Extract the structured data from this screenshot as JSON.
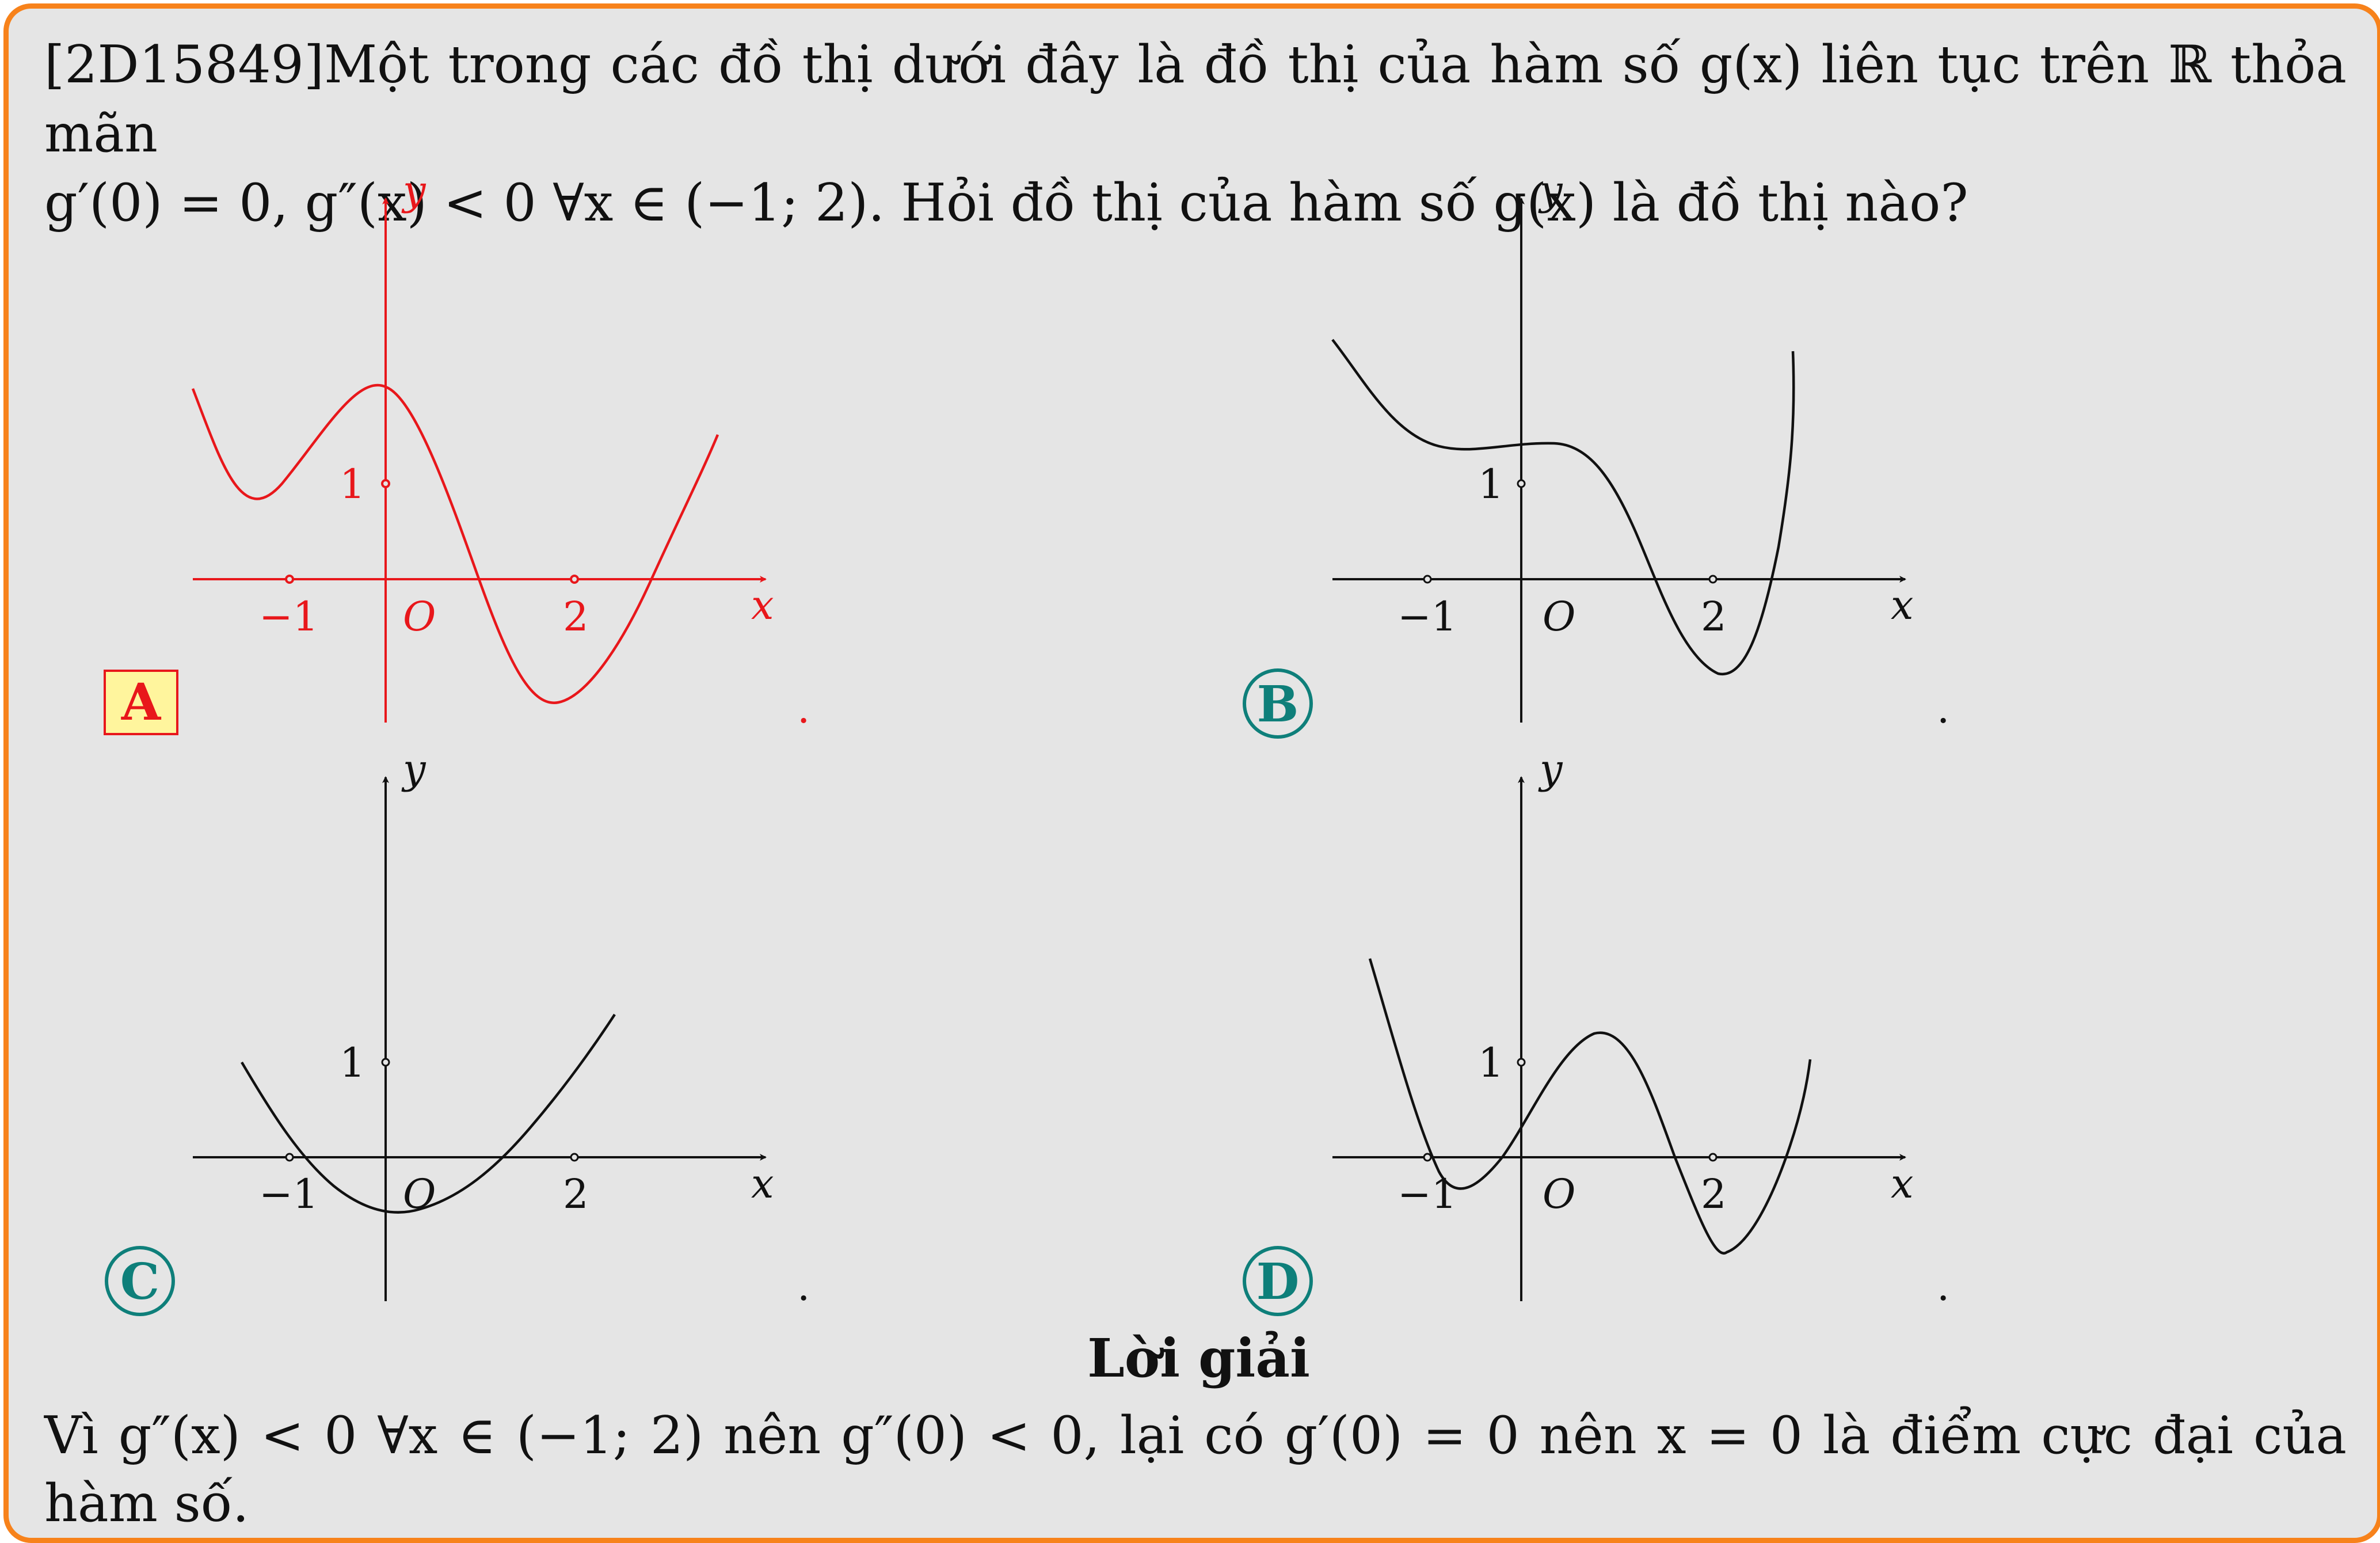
{
  "question": {
    "code": "[2D15849]",
    "line1_text": "Một trong các đồ thị dưới đây là đồ thị của hàm số g(x) liên tục trên ℝ thỏa mãn",
    "line2_text": "g′(0) = 0, g″(x) < 0 ∀x ∈ (−1; 2). Hỏi đồ thị của hàm số g(x) là đồ thị nào?"
  },
  "options": [
    {
      "letter": "A",
      "selected": true,
      "axis_x": "x",
      "axis_y": "y",
      "tick_neg1": "−1",
      "tick_2": "2",
      "tick_1": "1",
      "origin": "O",
      "trailing": "."
    },
    {
      "letter": "B",
      "selected": false,
      "axis_x": "x",
      "axis_y": "y",
      "tick_neg1": "−1",
      "tick_2": "2",
      "tick_1": "1",
      "origin": "O",
      "trailing": "."
    },
    {
      "letter": "C",
      "selected": false,
      "axis_x": "x",
      "axis_y": "y",
      "tick_neg1": "−1",
      "tick_2": "2",
      "tick_1": "1",
      "origin": "O",
      "trailing": "."
    },
    {
      "letter": "D",
      "selected": false,
      "axis_x": "x",
      "axis_y": "y",
      "tick_neg1": "−1",
      "tick_2": "2",
      "tick_1": "1",
      "origin": "O",
      "trailing": "."
    }
  ],
  "solution": {
    "title": "Lời giải",
    "text": "Vì g″(x) < 0 ∀x ∈ (−1; 2) nên g″(0) < 0, lại có g′(0) = 0 nên x = 0 là điểm cực đại của hàm số."
  },
  "colors": {
    "frame": "#f7821b",
    "background": "#e5e5e5",
    "selected": "#e8171b",
    "selected_box_fill": "#fff59d",
    "circle_letter": "#0e7f7a",
    "axis": "#111111"
  }
}
